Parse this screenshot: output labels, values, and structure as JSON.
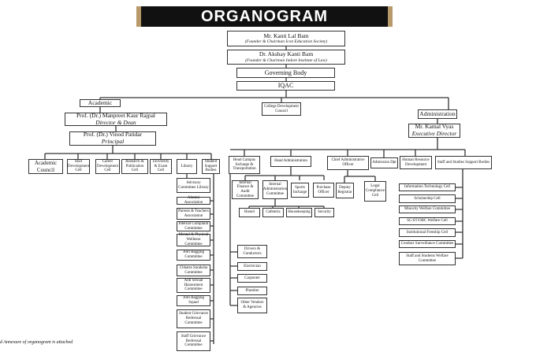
{
  "title": "ORGANOGRAM",
  "top": {
    "founder1": {
      "name": "Mr. Kanti Lal Bam",
      "role": "(Founder & Chairman Icon Education Society)"
    },
    "founder2": {
      "name": "Dr. Akshay Kanti Bam",
      "role": "(Founder & Chairman Indore Institute of Law)"
    },
    "governing": "Governing Body",
    "iqac": "IQAC",
    "cdc": "College Development Council"
  },
  "academic": {
    "label": "Academic",
    "dean": {
      "name": "Prof. (Dr.) Manpreet Kaur Rajpal",
      "role": "Director & Dean"
    },
    "principal": {
      "name": "Prof. (Dr.) Vinod Patidar",
      "role": "Principal"
    },
    "units": [
      "Academic Council",
      "Skill Development Cell",
      "Career Development Cell",
      "Research & Publication Cell",
      "University & Exam Cell",
      "Library",
      "Student Support Bodies"
    ],
    "support_bodies": [
      "Advisory Committee Library",
      "Alumni Association",
      "Parents & Teachers Association",
      "Internal Complaint Committee",
      "Mental & Physical Wellness Committee",
      "Anti Ragging Committee",
      "Chhatra Suraksha Committee",
      "Anti Sexual Harassment Committee",
      "Anti Ragging Squad",
      "Student Grievance Redressal Committee",
      "Staff Grievance Redressal Committee"
    ]
  },
  "administration": {
    "label": "Administration",
    "director": {
      "name": "Mr. Kamal Vyas",
      "role": "Executive Director"
    },
    "units": [
      "Head Campus Incharge & Transportation",
      "Head Administration",
      "Chief Administrative Officer",
      "Admission Dpt",
      "Human Resource Development",
      "Staff and Studies Support Bodies"
    ],
    "head_admin_children": [
      "Internal Finance & Audit Committee",
      "Internal Administration Committee",
      "Sports Incharge",
      "Purchase Officer"
    ],
    "internal_admin_children": [
      "Hostel",
      "Cafeteria",
      "Housekeeping",
      "Security"
    ],
    "cao_children": [
      "Deputy Registrar",
      "Legal Compliance Cell"
    ],
    "campus_children": [
      "Drivers & Conductors",
      "Electrician",
      "Carpenter",
      "Plumber",
      "Other Vendors & Agencies"
    ],
    "support_children": [
      "Information Technology Cell",
      "Scholarship Cell",
      "Minority Welfare Committee",
      "SC/ST/OBC Welfare Cell",
      "Institutional Freeship Cell",
      "Conduct Surveillance Committee",
      "Staff and Students Welfare Committee"
    ]
  },
  "footer": "d Annexure of organogram is attached"
}
